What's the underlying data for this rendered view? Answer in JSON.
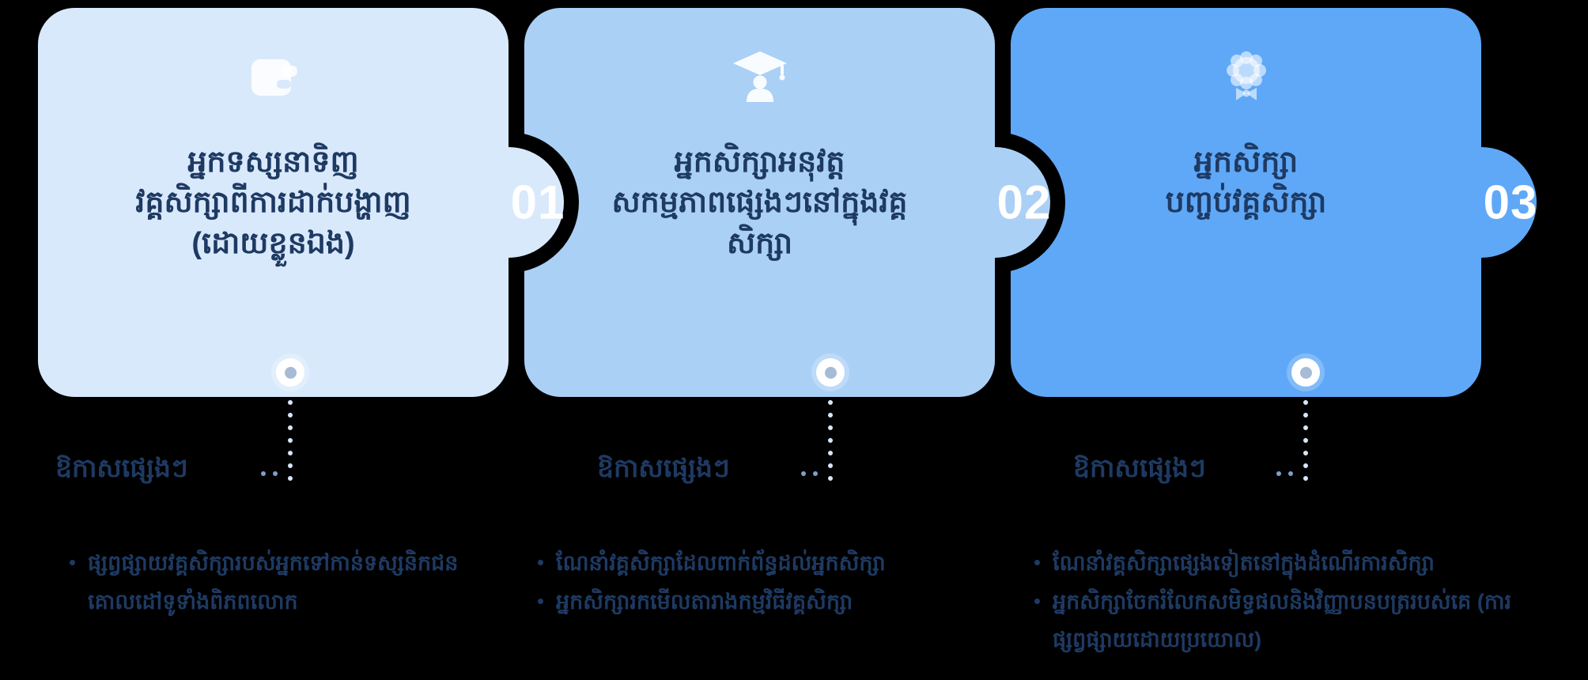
{
  "pieces": [
    {
      "number": "01",
      "icon": "wallet-icon",
      "bg": "#d9e9fc",
      "title_lines": [
        "អ្នកទស្សនាទិញ",
        "វគ្គសិក្សាពីការដាក់បង្ហាញ",
        "(ដោយខ្លួនឯង)"
      ]
    },
    {
      "number": "02",
      "icon": "graduation-cap-icon",
      "bg": "#abd0f6",
      "title_lines": [
        "អ្នកសិក្សាអនុវត្ត",
        "សកម្មភាពផ្សេងៗនៅក្នុងវគ្គ",
        "សិក្សា"
      ]
    },
    {
      "number": "03",
      "icon": "rosette-badge-icon",
      "bg": "#5fa8f7",
      "title_lines": [
        "អ្នកសិក្សា",
        "បញ្ចប់វគ្គសិក្សា"
      ]
    }
  ],
  "columns": [
    {
      "label": "ឱកាសផ្សេងៗ",
      "bullets": [
        "ផ្សព្វផ្សាយវគ្គសិក្សារបស់អ្នកទៅកាន់ទស្សនិកជនគោលដៅទូទាំងពិភពលោក"
      ]
    },
    {
      "label": "ឱកាសផ្សេងៗ",
      "bullets": [
        "ណែនាំវគ្គសិក្សាដែលពាក់ព័ន្ធដល់អ្នកសិក្សា",
        "អ្នកសិក្សារកមើលតារាងកម្មវិធីវគ្គសិក្សា"
      ]
    },
    {
      "label": "ឱកាសផ្សេងៗ",
      "bullets": [
        "ណែនាំវគ្គសិក្សាផ្សេងទៀតនៅក្នុងដំណើរការសិក្សា",
        "អ្នកសិក្សាចែករំលែកសមិទ្ធផលនិងវិញ្ញាបនបត្ររបស់គេ (ការផ្សព្វផ្សាយដោយប្រយោល)"
      ]
    }
  ],
  "colors": {
    "background": "#000000",
    "piece1_bg": "#d9e9fc",
    "piece2_bg": "#abd0f6",
    "piece3_bg": "#5fa8f7",
    "title_text": "#1e3a63",
    "body_text": "#1e3a63",
    "number_text": "#ffffff"
  }
}
